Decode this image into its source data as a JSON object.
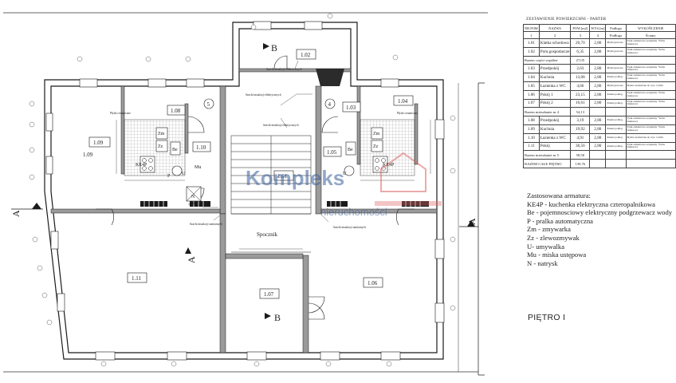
{
  "plan": {
    "rooms": [
      {
        "id": "1.01",
        "label": "1.01"
      },
      {
        "id": "1.02",
        "label": "1.02"
      },
      {
        "id": "1.03",
        "label": "1.03"
      },
      {
        "id": "1.04",
        "label": "1.04"
      },
      {
        "id": "1.05",
        "label": "1.05"
      },
      {
        "id": "1.06",
        "label": "1.06"
      },
      {
        "id": "1.07",
        "label": "1.07"
      },
      {
        "id": "1.08",
        "label": "1.08"
      },
      {
        "id": "1.09",
        "label": "1.09"
      },
      {
        "id": "1.10",
        "label": "1.10"
      },
      {
        "id": "1.11",
        "label": "1.11"
      }
    ],
    "stair_label": "Spocznik",
    "section_marks": {
      "a": "A",
      "b": "B"
    },
    "axis_marks": [
      "5",
      "4"
    ],
    "fixtures": {
      "zm": "Zm",
      "zz": "Zz",
      "be": "Be",
      "ke4p": "KE4P",
      "mu": "Mu",
      "n": "N",
      "u": "U",
      "p": "P"
    },
    "notes": {
      "plytki": "Płytki ceramiczne",
      "szacht_el": "Szacht instalacji elektrycznych",
      "szacht_san": "Szacht instalacji sanitarnych"
    },
    "watermark": "Kompleks",
    "watermark_sub": "nieruchomości"
  },
  "schedule": {
    "title": "ZESTAWIENIE POWIERZCHNI - PARTER",
    "headers": [
      "NR.POM",
      "NAZWA",
      "POW.[m2]",
      "WYS.[m]",
      "Podłoga",
      "WYKOŃCZENIE"
    ],
    "col_numbers": [
      "1",
      "2",
      "3",
      "4",
      "",
      ""
    ],
    "walls_label": "Ściany",
    "group1": [
      {
        "no": "1.01",
        "name": "Klatka schodowa",
        "area": "20,70",
        "height": "2,80",
        "floor": "Płytki gresowe",
        "finish": "Tynk cementowo-wapienny +farba lateksowa"
      },
      {
        "no": "1.02",
        "name": "Pom.gospodarcze",
        "area": "6,35",
        "height": "2,80",
        "floor": "Płytki gresowe",
        "finish": "Tynk cementowo-wapienny +farba lateksowa"
      }
    ],
    "group1_total": {
      "label": "Razem części wspólne",
      "area": "27,05"
    },
    "group2": [
      {
        "no": "1.03",
        "name": "Przedpokój",
        "area": "2,63",
        "height": "2,80",
        "floor": "Płytki gresowe",
        "finish": "Tynk cementowo-wapienny +farba lateksowa"
      },
      {
        "no": "1.04",
        "name": "Kuchnia",
        "area": "13,08",
        "height": "2,80",
        "floor": "Panele podłog.",
        "finish": "Tynk cementowo-wapienny +farba lateksowa"
      },
      {
        "no": "1.05",
        "name": "Łazienka z WC",
        "area": "4,66",
        "height": "2,80",
        "floor": "Płytki gresowe",
        "finish": "Płytki ceramiczne do wys. 2,10m"
      },
      {
        "no": "1.06",
        "name": "Pokój 1",
        "area": "23,15",
        "height": "2,80",
        "floor": "Panele podłog.",
        "finish": "Tynk cementowo-wapienny +farba lateksowa"
      },
      {
        "no": "1.07",
        "name": "Pokój 2",
        "area": "10,61",
        "height": "2,80",
        "floor": "Panele podłog.",
        "finish": "Tynk cementowo-wapienny +farba lateksowa"
      }
    ],
    "group2_total": {
      "label": "Razem mieszkanie nr 4",
      "area": "54,13"
    },
    "group3": [
      {
        "no": "1.08",
        "name": "Przedpokój",
        "area": "3,19",
        "height": "2,80",
        "floor": "Panele podłog.",
        "finish": "Tynk cementowo-wapienny +farba lateksowa"
      },
      {
        "no": "1.09",
        "name": "Kuchnia",
        "area": "19,92",
        "height": "2,80",
        "floor": "Panele podłog.",
        "finish": "Tynk cementowo-wapienny +farba lateksowa"
      },
      {
        "no": "1.10",
        "name": "Łazienka z WC",
        "area": "4,91",
        "height": "2,80",
        "floor": "Panele podłog.",
        "finish": "Płytki ceramiczne do wys. 2,10m"
      },
      {
        "no": "1.11",
        "name": "Pokój",
        "area": "30,56",
        "height": "2,80",
        "floor": "Panele podłog.",
        "finish": "Tynk cementowo-wapienny +farba lateksowa"
      }
    ],
    "group3_total": {
      "label": "Razem mieszkanie nr 5",
      "area": "58,58"
    },
    "grand_total": {
      "label": "RAZEM CAŁE PIĘTRO",
      "area": "139,76"
    }
  },
  "legend": {
    "title": "Zastosowana armatura:",
    "items": [
      "KE4P - kuchenka elektryczna czteropalnikowa",
      "Be - pojemnosciowy elektryczny podgrzewacz wody",
      "P - pralka automatyczna",
      "Zm - zmywarka",
      "Zz - zlewozmywak",
      "U- umywalka",
      "Mu - miska ustępowa",
      "N - natrysk"
    ]
  },
  "floor_label": "PIĘTRO I",
  "colors": {
    "line": "#1a1a1a",
    "wall_fill": "#9a9a9a",
    "shaft_fill": "#2b2b2b",
    "tile_grid": "#666666",
    "watermark": "#3a5f9a"
  }
}
